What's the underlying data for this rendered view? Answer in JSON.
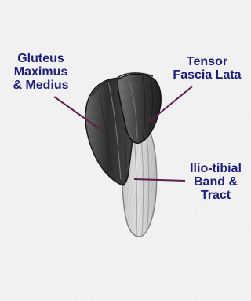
{
  "labels": {
    "gluteus": {
      "line1": "Gluteus",
      "line2": "Maximus",
      "line3": "& Medius"
    },
    "tensor": {
      "line1": "Tensor",
      "line2": "Fascia Lata"
    },
    "itb": {
      "line1": "Ilio-tibial",
      "line2": "Band &",
      "line3": "Tract"
    }
  },
  "colors": {
    "label_text": "#1d1d7b",
    "pointer_line": "#5c1f4d",
    "background": "#f3f3f3",
    "muscle_dark": "#2f2f2f",
    "muscle_mid": "#6b6b6b",
    "muscle_light": "#d2d2d2"
  }
}
